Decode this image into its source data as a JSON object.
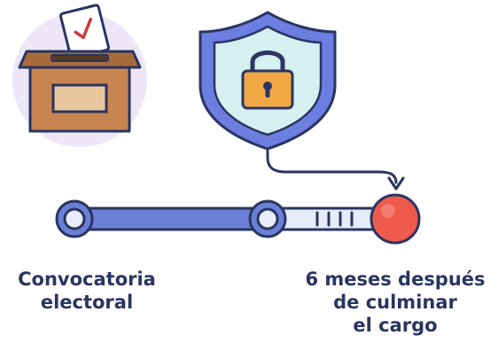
{
  "icons": {
    "ballot_box": "ballot-box-icon",
    "shield_lock": "shield-lock-icon",
    "arrow": "curved-arrow-icon"
  },
  "colors": {
    "outline": "#2a3560",
    "track": "#6b7fd6",
    "track_light": "#c6cff0",
    "node_fill": "#e9ecfb",
    "end_marker": "#ee5a4c",
    "circle_bg": "#ece6f6",
    "box": "#c88451",
    "box_dark": "#a86a3c",
    "ballot": "#ffffff",
    "check": "#cc3a3a",
    "shield": "#6c7ee0",
    "shield_inner": "#d6f0f2",
    "lock": "#f1a744",
    "label_text": "#2a3560"
  },
  "timeline": {
    "start_label": [
      "Convocatoria",
      "electoral"
    ],
    "end_label": [
      "6 meses después",
      "de culminar",
      "el cargo"
    ]
  }
}
